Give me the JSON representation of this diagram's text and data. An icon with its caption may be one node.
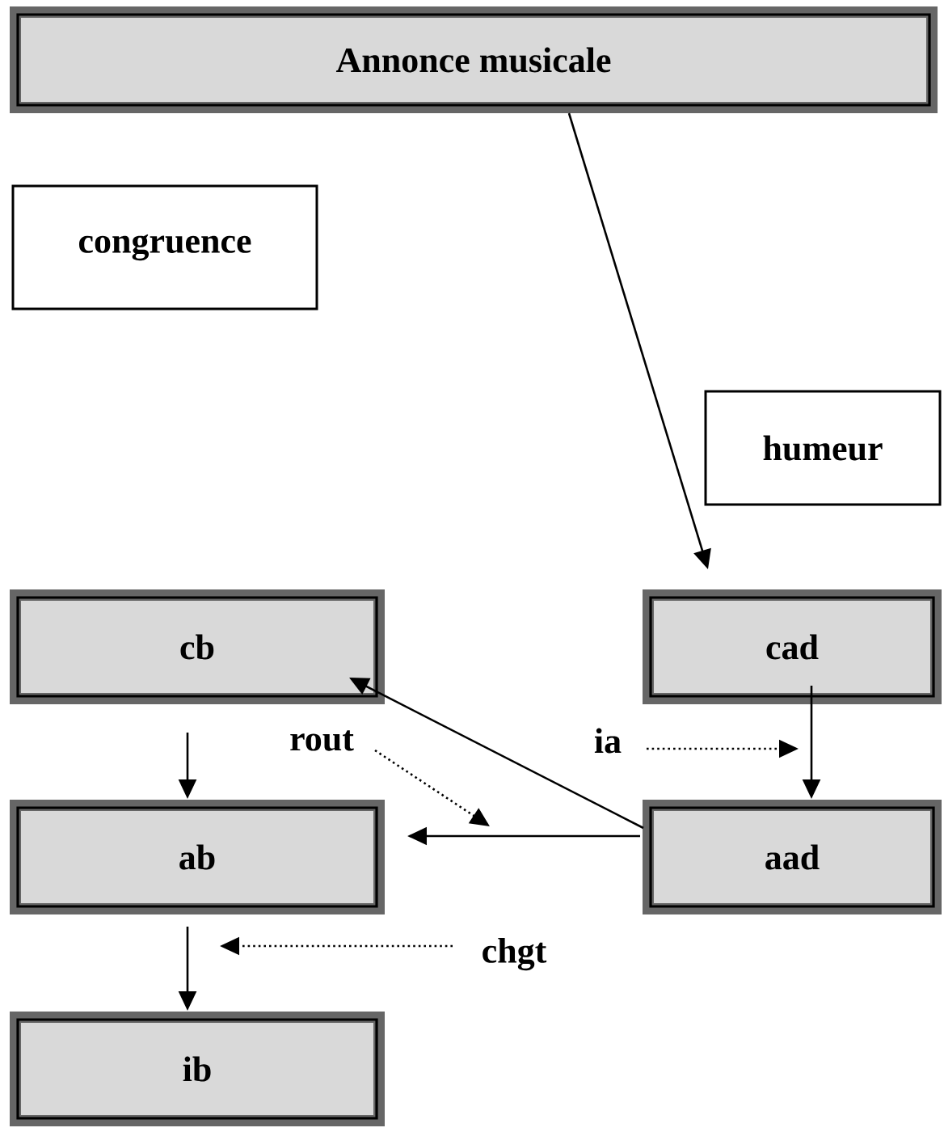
{
  "diagram": {
    "nodes": [
      {
        "text": [
          "Annonce musicale"
        ]
      },
      {
        "text": [
          "congruence"
        ]
      },
      {
        "text": [
          "humeur"
        ]
      },
      {
        "text": [
          "cb"
        ]
      },
      {
        "text": [
          "cad"
        ]
      },
      {
        "text": [
          "rout"
        ]
      },
      {
        "text": [
          "ia"
        ]
      },
      {
        "text": [
          "ab"
        ]
      },
      {
        "text": [
          "aad"
        ]
      },
      {
        "text": [
          "chgt"
        ]
      },
      {
        "text": [
          "ib"
        ]
      }
    ],
    "edges": [
      {
        "from": 0,
        "to": 4,
        "arrow": "to"
      },
      {
        "from": 8,
        "to": 3,
        "arrow": "to"
      },
      {
        "from": 4,
        "to": 8,
        "arrow": "to"
      },
      {
        "from": 8,
        "to": 7,
        "arrow": "to"
      },
      {
        "from": 3,
        "to": 7,
        "arrow": "to"
      },
      {
        "from": 7,
        "to": 10,
        "arrow": "to"
      },
      {
        "from": 5,
        "to": null,
        "arrow": "to",
        "style": "dashed"
      },
      {
        "from": 6,
        "to": null,
        "arrow": "to",
        "style": "dashed"
      },
      {
        "from": 9,
        "to": null,
        "arrow": "to",
        "style": "dashed"
      }
    ]
  }
}
